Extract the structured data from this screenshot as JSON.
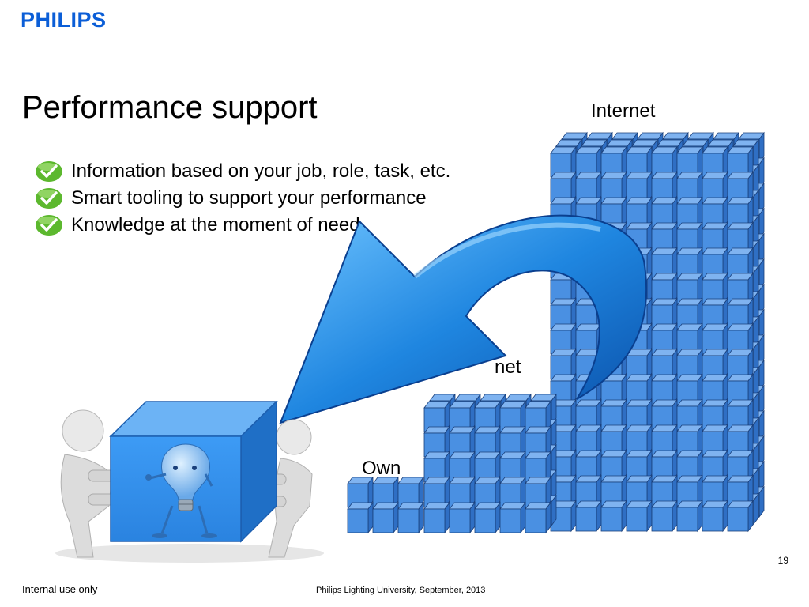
{
  "brand": {
    "logo_text": "PHILIPS",
    "color": "#0b5ed7"
  },
  "slide": {
    "title": "Performance support",
    "bullets": [
      "Information based on your job, role, task, etc.",
      "Smart tooling to support your performance",
      "Knowledge at the moment of need"
    ],
    "labels": {
      "internet": "Internet",
      "intranet_partial": "net",
      "own": "Own"
    },
    "page_number": "19"
  },
  "footer": {
    "left": "Internal use only",
    "center": "Philips Lighting University, September, 2013"
  },
  "colors": {
    "cube_face": "#4a90e2",
    "cube_top": "#7fb3f0",
    "cube_side": "#2f6fc4",
    "arrow": "#1f86e0",
    "check": "#5cb82e"
  },
  "icons": [
    "check-icon",
    "curved-arrow-icon",
    "lightbulb-icon",
    "figure-icon"
  ]
}
